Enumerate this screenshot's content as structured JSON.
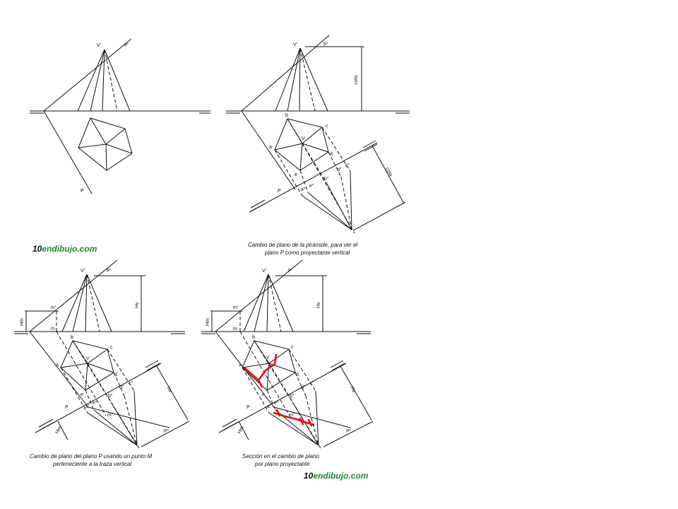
{
  "panels": {
    "p1": {
      "v": "V'",
      "p": "P'",
      "pbase": "P"
    },
    "p2": {
      "v": "V'",
      "p": "P'",
      "pbase": "P",
      "vertex": "V",
      "cota": "cota",
      "cota2": "cota",
      "points": {
        "a": "a",
        "b": "b",
        "c": "c",
        "d": "d",
        "e": "e"
      },
      "new_points": {
        "a": "a\"",
        "b": "b\"",
        "c": "c\"",
        "d": "d\"",
        "e": "e\""
      },
      "caption_line1": "Cambio de plano de la pirámide, para ver el",
      "caption_line2": "plano P como proyectante vertical"
    },
    "p3": {
      "v": "V'",
      "p": "P'",
      "pbase": "P",
      "vertex": "V",
      "hv": "Hv",
      "hv2": "Hv",
      "hm": "Hm",
      "hm2": "Hm",
      "m1": "m'",
      "m": "m",
      "m2": "m\"",
      "p2": "P\"",
      "points": {
        "a": "a",
        "b": "b",
        "c": "c",
        "d": "d",
        "e": "e"
      },
      "new_points": {
        "a": "a\"",
        "b": "b\"",
        "c": "c\"",
        "d": "d\"",
        "e": "e\""
      },
      "caption_line1": "Cambio de plano del plano P usando un punto M",
      "caption_line2": "perteneciente a la traza vertical"
    },
    "p4": {
      "v": "V'",
      "p": "P'",
      "pbase": "P",
      "vertex": "V",
      "hv": "Hv",
      "hv2": "Hv",
      "hm": "Hm",
      "hm2": "Hm",
      "m1": "m'",
      "m": "m",
      "m2": "m\"",
      "p2": "P\"",
      "points": {
        "a": "a",
        "b": "b",
        "c": "c",
        "d": "d",
        "e": "e"
      },
      "new_points": {
        "a": "a\"",
        "b": "b\"",
        "c": "c\"",
        "d": "d\"",
        "e": "e\""
      },
      "caption_line1": "Sección en el cambio de plano",
      "caption_line2": "por plano proyectante"
    }
  },
  "logo": {
    "num": "10",
    "text": "endibujo.com"
  },
  "colors": {
    "line": "#111111",
    "section": "#e01010",
    "logo_green": "#1a8a2a"
  }
}
